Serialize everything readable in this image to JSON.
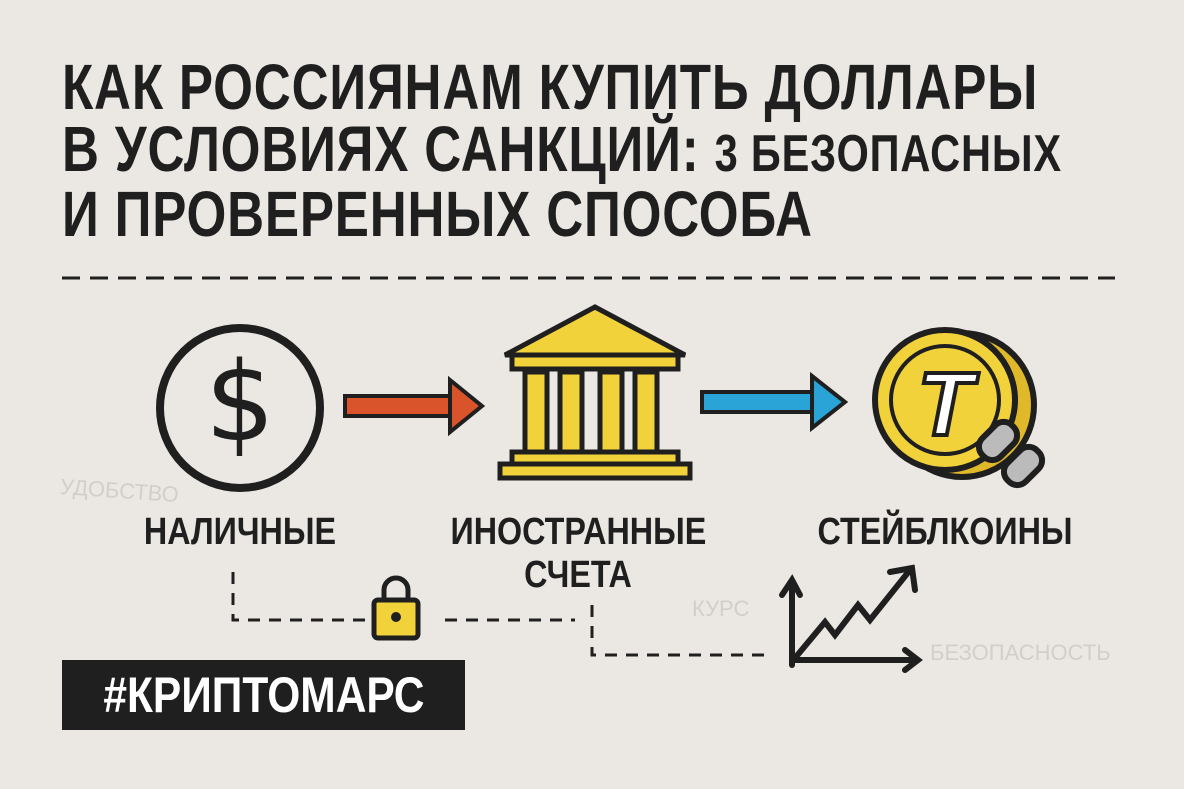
{
  "title": {
    "line1": "КАК РОССИЯНАМ КУПИТЬ ДОЛЛАРЫ",
    "line2a": "В УСЛОВИЯХ САНКЦИЙ:",
    "line2b": "3 БЕЗОПАСНЫХ",
    "line3": "И ПРОВЕРЕННЫХ СПОСОБА"
  },
  "methods": [
    {
      "label": "НАЛИЧНЫЕ"
    },
    {
      "label": "ИНОСТРАННЫЕ",
      "label2": "СЧЕТА"
    },
    {
      "label": "СТЕЙБЛКОИНЫ"
    }
  ],
  "faded": {
    "left": "УДОБСТВО",
    "course": "КУРС",
    "safety": "БЕЗОПАСНОСТЬ"
  },
  "hashtag": "#КРИПТОМАРС",
  "colors": {
    "red_arrow": "#d9532b",
    "blue_arrow": "#2aa3d6",
    "gold": "#f2d23a",
    "ink": "#1f1f1f"
  }
}
